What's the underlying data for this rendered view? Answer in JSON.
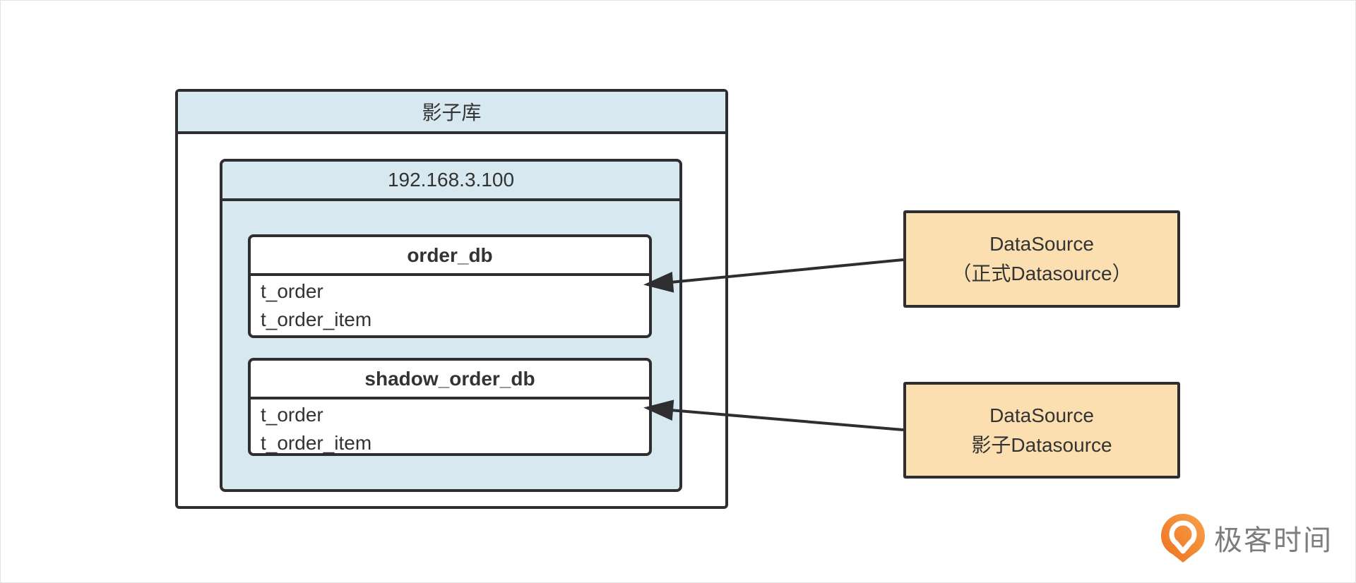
{
  "shadow_db": {
    "title": "影子库"
  },
  "server": {
    "title": "192.168.3.100"
  },
  "databases": [
    {
      "title": "order_db",
      "tables": [
        "t_order",
        "t_order_item"
      ]
    },
    {
      "title": "shadow_order_db",
      "tables": [
        "t_order",
        "t_order_item"
      ]
    }
  ],
  "datasources": [
    {
      "line1": "DataSource",
      "line2": "（正式Datasource）"
    },
    {
      "line1": "DataSource",
      "line2": "影子Datasource"
    }
  ],
  "branding": {
    "logo_text": "极客时间"
  },
  "colors": {
    "panel_blue": "#d8e8f1",
    "panel_orange": "#fbdfb0",
    "stroke_dark": "#2e2e30",
    "text_dark": "#333333",
    "logo_orange_start": "#f9a14b",
    "logo_orange_end": "#ec711f",
    "logo_text_gray": "#7d7d7d"
  }
}
